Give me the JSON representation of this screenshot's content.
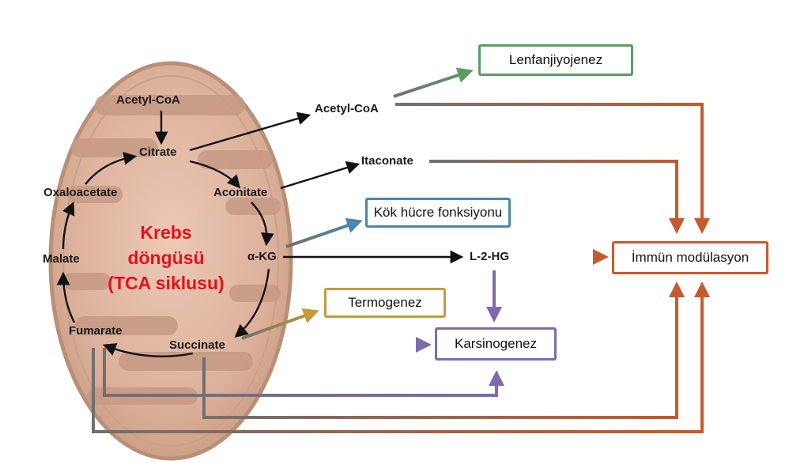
{
  "mitochondrion": {
    "cycle_title_line1": "Krebs",
    "cycle_title_line2": "döngüsü",
    "cycle_title_line3": "(TCA siklusu)",
    "metabolites": {
      "acetyl_coa_in": "Acetyl-CoA",
      "citrate": "Citrate",
      "aconitate": "Aconitate",
      "akg": "α-KG",
      "succinate": "Succinate",
      "fumarate": "Fumarate",
      "malate": "Malate",
      "oxaloacetate": "Oxaloacetate"
    }
  },
  "outputs": {
    "acetyl_coa_out": "Acetyl-CoA",
    "itaconate": "Itaconate",
    "l2hg": "L-2-HG"
  },
  "effects": {
    "lenfanjiyojenez": "Lenfanjiyojenez",
    "kok_hucre": "Kök hücre fonksiyonu",
    "termogenez": "Termogenez",
    "karsinogenez": "Karsinogenez",
    "immun": "İmmün modülasyon"
  },
  "colors": {
    "mito_fill": "#d9ad96",
    "mito_outline": "#b98f77",
    "cristae": "#c79a84",
    "green": "#5c9c63",
    "blue": "#4a86ae",
    "gold": "#c49a3a",
    "purple": "#7e6bae",
    "orange": "#c65a2c",
    "gray": "#707070",
    "cycle_title": "#e8101a"
  }
}
